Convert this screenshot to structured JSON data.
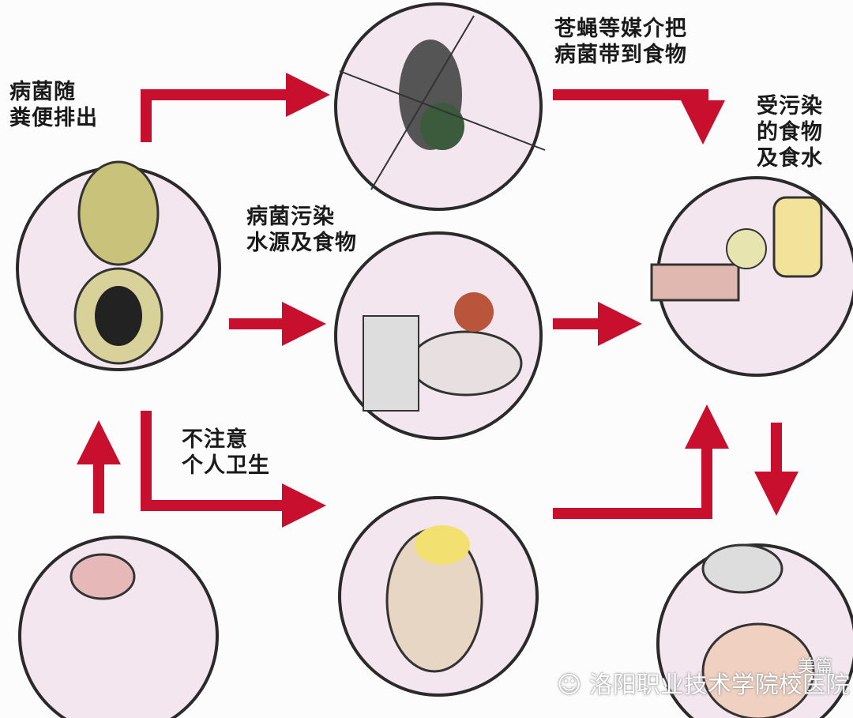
{
  "labels": {
    "excreted": [
      "病菌随",
      "粪便排出"
    ],
    "flies": [
      "苍蝇等媒介把",
      "病菌带到食物"
    ],
    "contaminated_food": [
      "受污染",
      "的食物",
      "及食水"
    ],
    "water_food": [
      "病菌污染",
      "水源及食物"
    ],
    "hygiene": [
      "不注意",
      "个人卫生"
    ]
  },
  "watermark": {
    "brand": "美篇",
    "org": "洛阳职业技术学院校医院"
  },
  "colors": {
    "arrow": "#c8102e",
    "circle_fill": "#f3e6ee",
    "circle_stroke": "#2a2a2a"
  }
}
